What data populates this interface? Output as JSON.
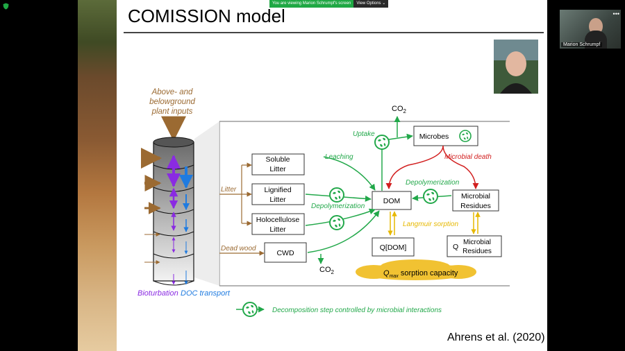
{
  "screen_share": {
    "banner_text": "You are viewing Marion Schrumpf's screen",
    "view_options": "View Options ⌄"
  },
  "participant": {
    "name": "Marion Schrumpf"
  },
  "slide": {
    "title": "COMISSION model",
    "citation": "Ahrens et al. (2020)"
  },
  "diagram": {
    "plant_inputs": [
      "Above- and",
      "belowground",
      "plant inputs"
    ],
    "bioturbation": "Bioturbation",
    "doc_transport": "DOC transport",
    "litter": "Litter",
    "dead_wood": "Dead wood",
    "soluble_litter": [
      "Soluble",
      "Litter"
    ],
    "lignified_litter": [
      "Lignified",
      "Litter"
    ],
    "holocellulose_litter": [
      "Holocellulose",
      "Litter"
    ],
    "cwd": "CWD",
    "dom": "DOM",
    "microbes": "Microbes",
    "microbial_residues": [
      "Microbial",
      "Residues"
    ],
    "q_dom": "Q[DOM]",
    "q_residues_prefix": "Q",
    "q_residues": [
      "Microbial",
      "Residues"
    ],
    "co2_top": "CO",
    "co2_bottom": "CO",
    "co2_sub": "2",
    "uptake": "Uptake",
    "leaching": "Leaching",
    "microbial_death": "Microbial death",
    "depolymerization_left": "Depolymerization",
    "depolymerization_right": "Depolymerization",
    "langmuir_sorption": "Langmuir sorption",
    "qmax_q": "Q",
    "qmax_sub": "max",
    "sorption_capacity": " sorption capacity",
    "legend_text": "Decomposition step controlled by microbial interactions"
  },
  "colors": {
    "green": "#22a84a",
    "brown": "#9b6a32",
    "red": "#d22020",
    "gold": "#e6b800",
    "purple": "#8a2be2",
    "blue": "#1f7be0"
  }
}
